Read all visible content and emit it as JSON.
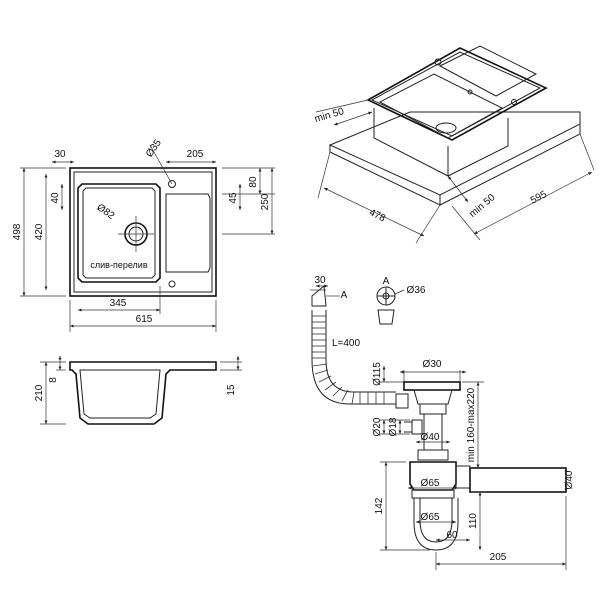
{
  "top_view": {
    "d30": "30",
    "d35": "Ø35",
    "d205": "205",
    "d80": "80",
    "d40": "40",
    "d45": "45",
    "d250": "250",
    "d498": "498",
    "d420": "420",
    "d82": "Ø82",
    "drain_label": "слив-перелив",
    "d345": "345",
    "d615": "615"
  },
  "section_view": {
    "d210": "210",
    "d8": "8",
    "d15": "15"
  },
  "iso_view": {
    "min50_left": "min 50",
    "min50_right": "min 50",
    "d478": "478",
    "d595": "595"
  },
  "siphon": {
    "d30": "30",
    "markA1": "A",
    "markA2": "A",
    "d36": "Ø36",
    "hose": "L=400",
    "d30b": "Ø30",
    "d115": "Ø115",
    "range": "min 160-max220",
    "d20": "Ø20",
    "d18": "Ø18",
    "d40a": "Ø40",
    "d40b": "Ø40",
    "d65a": "Ø65",
    "d142": "142",
    "d65b": "Ø65",
    "d110": "110",
    "d60": "60",
    "d205": "205"
  }
}
